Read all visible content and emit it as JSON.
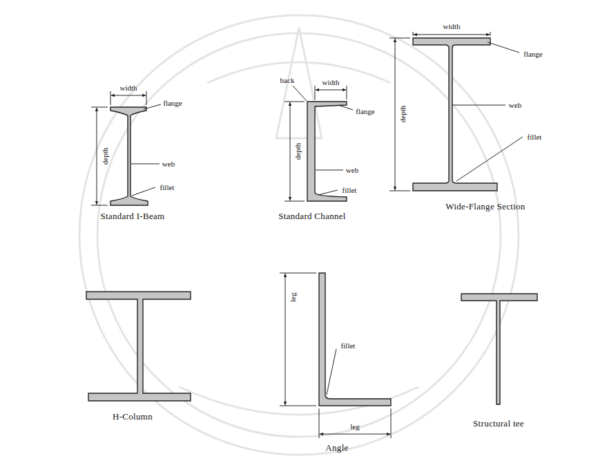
{
  "diagram": {
    "labels": [
      "width",
      "depth",
      "flange",
      "web",
      "fillet",
      "Standard I-Beam",
      "back",
      "width",
      "depth",
      "flange",
      "web",
      "fillet",
      "Standard Channel",
      "width",
      "flange",
      "depth",
      "web",
      "fillet",
      "Wide-Flange Section",
      "H-Column",
      "leg",
      "fillet",
      "leg",
      "Angle",
      "Structural tee"
    ]
  }
}
